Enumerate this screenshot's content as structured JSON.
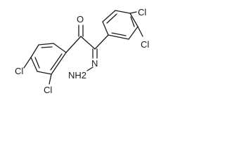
{
  "molecule": {
    "labels": {
      "carbonyl_oxygen": "O",
      "chlorine_right_para": "Cl",
      "chlorine_right_meta": "Cl",
      "chlorine_left_para": "Cl",
      "chlorine_left_meta": "Cl",
      "hydrazone_imine_n": "N",
      "hydrazone_amine": "NH2"
    },
    "colors": {
      "bond": "#1a1a1a",
      "text": "#1a1a1a",
      "background": "#ffffff"
    }
  }
}
